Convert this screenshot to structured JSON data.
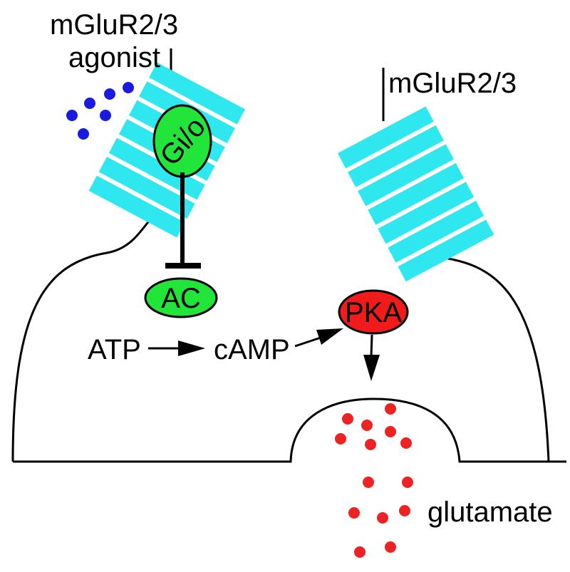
{
  "labels": {
    "agonist_line1": "mGluR2/3",
    "agonist_line2": "agonist",
    "receptor_right": "mGluR2/3",
    "atp": "ATP",
    "camp": "cAMP",
    "glutamate": "glutamate"
  },
  "nodes": {
    "gio": "Gi/o",
    "ac": "AC",
    "pka": "PKA"
  },
  "colors": {
    "receptor": "#2fe8ef",
    "gprotein": "#22e53a",
    "pka": "#f21b1b",
    "agonist_dots": "#1a1ae0",
    "glutamate_dots": "#ee2222",
    "line": "#000000"
  }
}
